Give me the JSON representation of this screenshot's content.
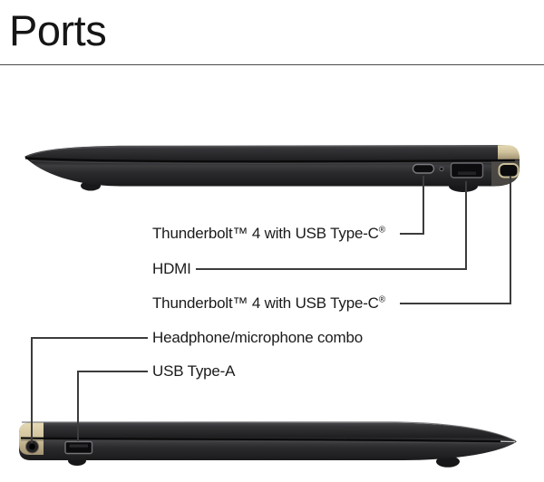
{
  "header": {
    "title": "Ports"
  },
  "callouts": [
    {
      "name": "thunderbolt-4-usb-c-top",
      "label": "Thunderbolt™ 4 with USB Type-C",
      "suffix": "®"
    },
    {
      "name": "hdmi",
      "label": "HDMI",
      "suffix": ""
    },
    {
      "name": "thunderbolt-4-usb-c-right",
      "label": "Thunderbolt™ 4 with USB Type-C",
      "suffix": "®"
    },
    {
      "name": "headphone-mic-combo",
      "label": "Headphone/microphone combo",
      "suffix": ""
    },
    {
      "name": "usb-type-a",
      "label": "USB Type-A",
      "suffix": ""
    }
  ],
  "colors": {
    "background": "#ffffff",
    "laptop_body": "#232325",
    "gold_accent": "#cfc19b",
    "callout_line": "#3c3c3c",
    "label_text": "#1b1b1b",
    "divider": "#4a4a4a"
  }
}
